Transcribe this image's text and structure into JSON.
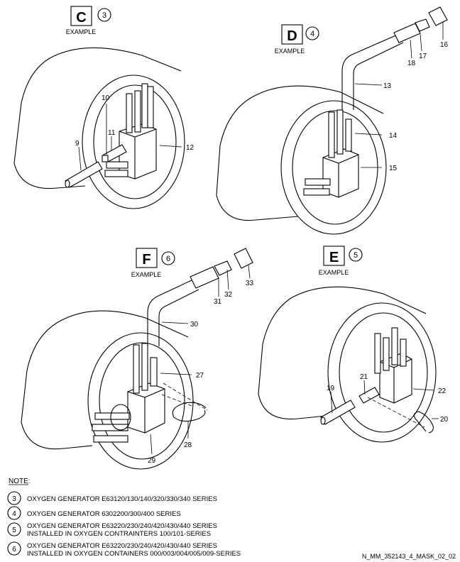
{
  "views": [
    {
      "letter": "C",
      "circle": "3",
      "caption": "EXAMPLE"
    },
    {
      "letter": "D",
      "circle": "4",
      "caption": "EXAMPLE"
    },
    {
      "letter": "F",
      "circle": "6",
      "caption": "EXAMPLE"
    },
    {
      "letter": "E",
      "circle": "5",
      "caption": "EXAMPLE"
    }
  ],
  "callouts": {
    "c": [
      "9",
      "10",
      "11",
      "12"
    ],
    "d": [
      "13",
      "14",
      "15",
      "16",
      "17",
      "18"
    ],
    "f": [
      "27",
      "28",
      "29",
      "30",
      "31",
      "32",
      "33"
    ],
    "e": [
      "19",
      "20",
      "21",
      "22"
    ]
  },
  "note": {
    "title": "NOTE:",
    "items": [
      {
        "num": "3",
        "lines": [
          "OXYGEN GENERATOR E63120/130/140/320/330/340 SERIES"
        ]
      },
      {
        "num": "4",
        "lines": [
          "OXYGEN GENERATOR 6302200/300/400 SERIES"
        ]
      },
      {
        "num": "5",
        "lines": [
          "OXYGEN GENERATOR E63220/230/240/420/430/440 SERIES",
          "INSTALLED IN OXYGEN CONTRAINTERS 100/101-SERIES"
        ]
      },
      {
        "num": "6",
        "lines": [
          "OXYGEN GENERATOR E63220/230/240/420/430/440 SERIES",
          "INSTALLED IN OXYGEN CONTAINERS 000/003/004/005/009-SERIES"
        ]
      }
    ]
  },
  "figure_id": "N_MM_352143_4_MASK_02_02"
}
